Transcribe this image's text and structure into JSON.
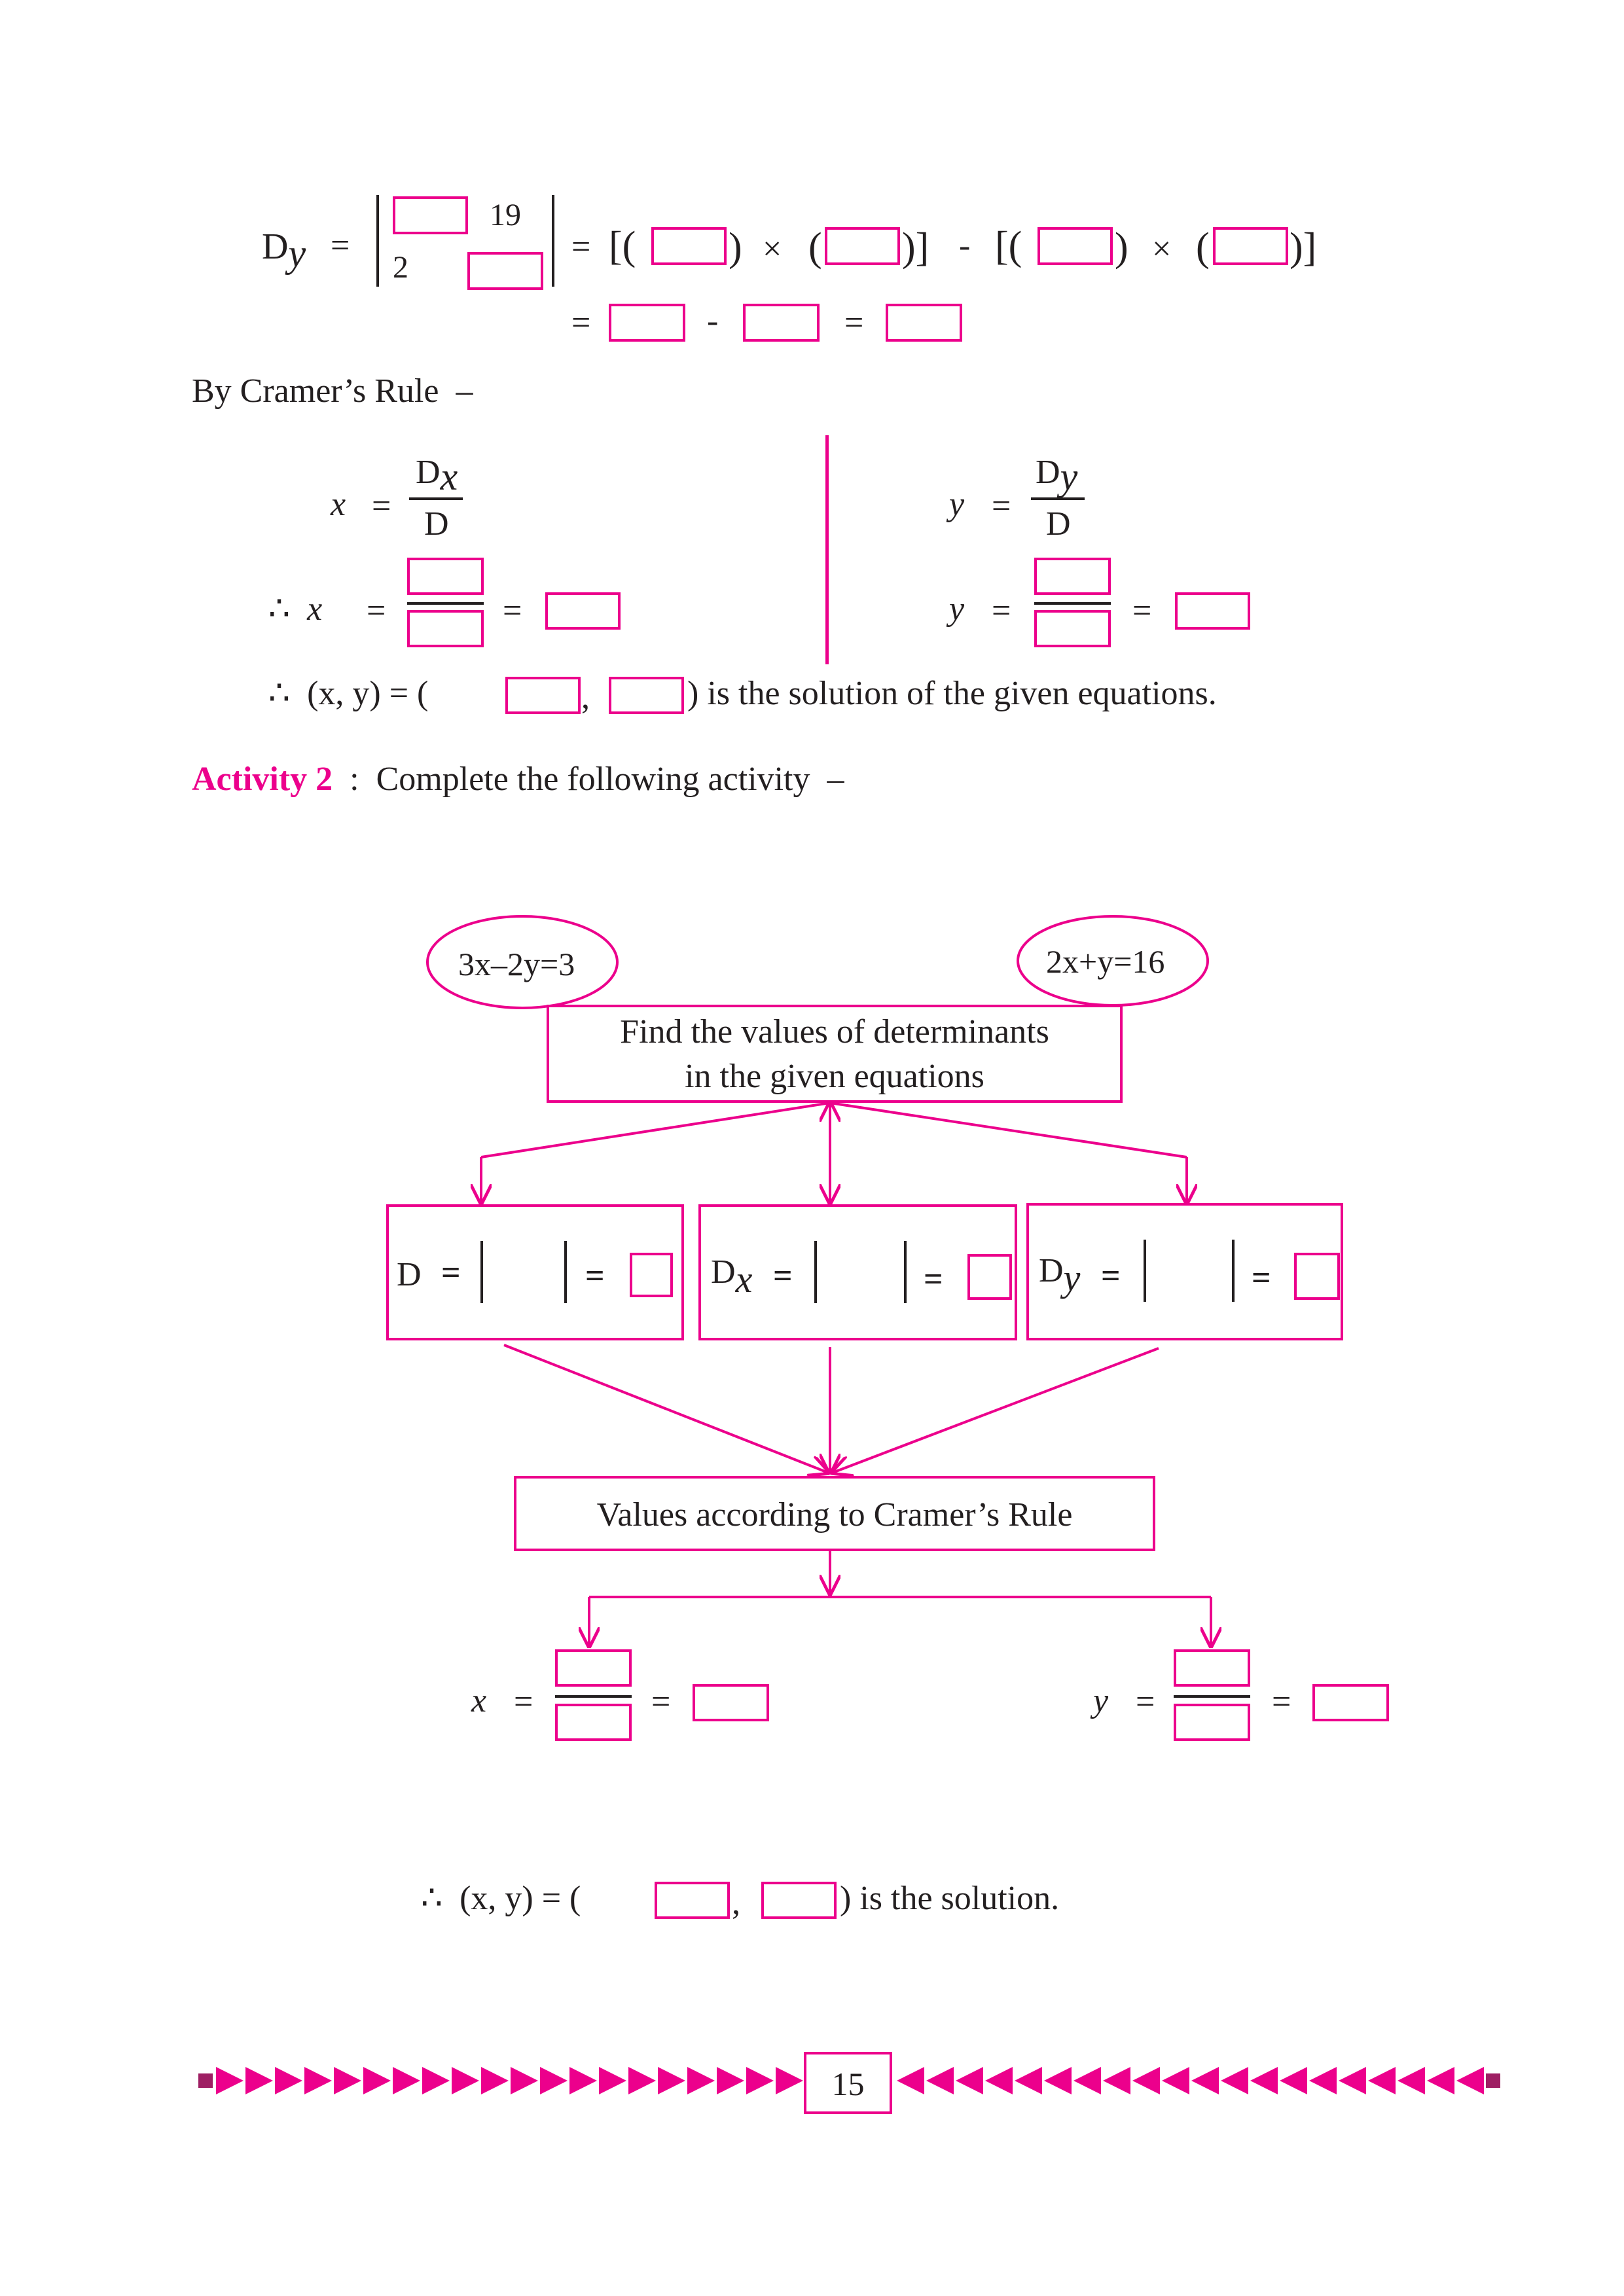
{
  "part1": {
    "dy_symbol": "D",
    "dy_sub": "y",
    "eq": "=",
    "matrix_top_right": "19",
    "matrix_bottom_left": "2",
    "expansion_open": "[(",
    "expansion_close_mid": ")]",
    "times": "×",
    "minus": "-",
    "close_paren": ")",
    "open_paren": "(",
    "close_bracket": ")]"
  },
  "cramer": {
    "heading": "By Cramer’s Rule",
    "heading_dash": "–",
    "x_var": "x",
    "y_var": "y",
    "num_x": "D",
    "num_x_sub": "x",
    "num_y": "D",
    "num_y_sub": "y",
    "den": "D",
    "therefore": "∴",
    "solution_pre": "(x, y) = (",
    "comma": ",",
    "solution_post": ") is the solution of the given equations."
  },
  "activity": {
    "label": "Activity 2",
    "colon": ":",
    "instruction": "Complete the following activity",
    "dash": "–",
    "eq1": "3x–2y=3",
    "eq2": "2x+y=16",
    "find_box_line1": "Find the values of determinants",
    "find_box_line2": "in the given equations",
    "det_d": "D",
    "det_dx": "D",
    "det_dx_sub": "x",
    "det_dy": "D",
    "det_dy_sub": "y",
    "eq_sign": "=",
    "cramer_box": "Values according to Cramer’s Rule",
    "x_var": "x",
    "y_var": "y",
    "therefore": "∴",
    "solution_pre": "(x, y) = (",
    "comma": ",",
    "solution_post": ") is the solution."
  },
  "footer": {
    "page_number": "15"
  },
  "colors": {
    "accent": "#ec008c",
    "text": "#231f20",
    "footer_square": "#9e1f63"
  }
}
